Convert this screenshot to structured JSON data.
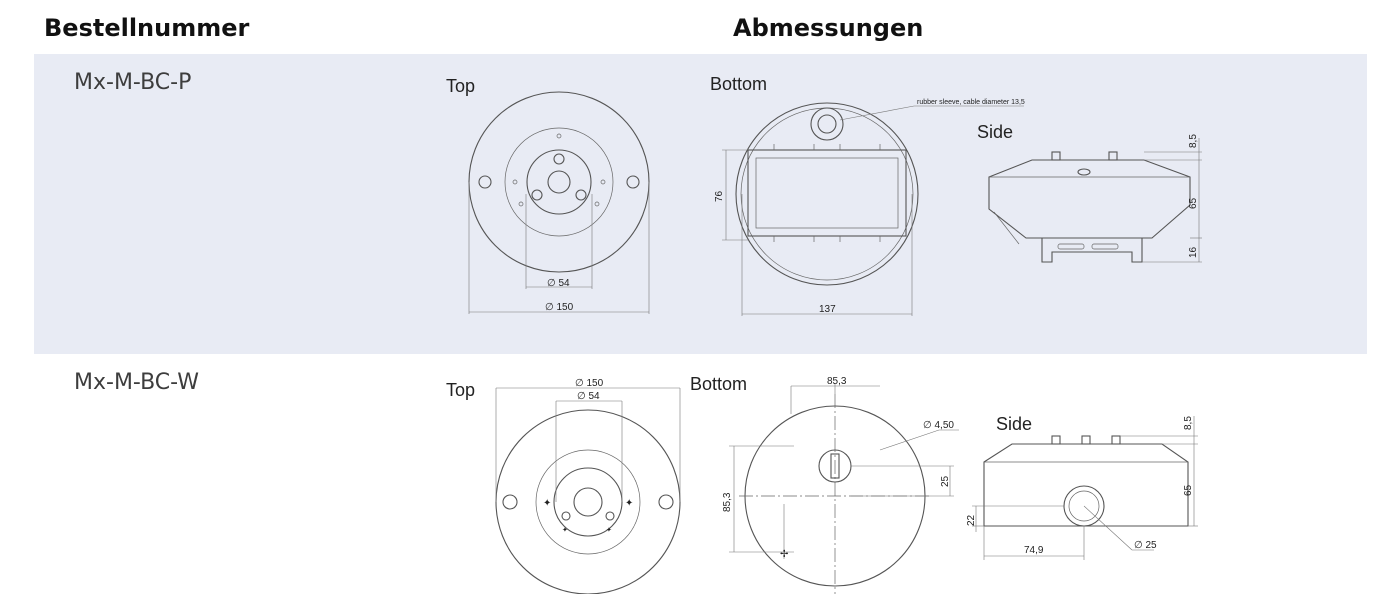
{
  "header": {
    "order_number_label": "Bestellnummer",
    "dimensions_label": "Abmessungen"
  },
  "rows": [
    {
      "order_number": "Mx-M-BC-P",
      "drawing": {
        "top_label": "Top",
        "bottom_label": "Bottom",
        "side_label": "Side",
        "note": "rubber sleeve, cable diameter 13,5",
        "dims": {
          "inner_diameter": "∅ 54",
          "outer_diameter": "∅ 150",
          "width": "137",
          "height": "76",
          "side_top": "8,5",
          "side_body": "65",
          "side_base": "16"
        }
      }
    },
    {
      "order_number": "Mx-M-BC-W",
      "drawing": {
        "top_label": "Top",
        "bottom_label": "Bottom",
        "side_label": "Side",
        "dims": {
          "outer_diameter": "∅ 150",
          "inner_diameter": "∅ 54",
          "bottom_width": "85,3",
          "bottom_height": "85,3",
          "hole_diameter": "∅ 4,50",
          "offset": "25",
          "side_top": "8,5",
          "side_body": "65",
          "port_height": "22",
          "port_offset": "74,9",
          "port_diameter": "∅ 25"
        }
      }
    }
  ]
}
